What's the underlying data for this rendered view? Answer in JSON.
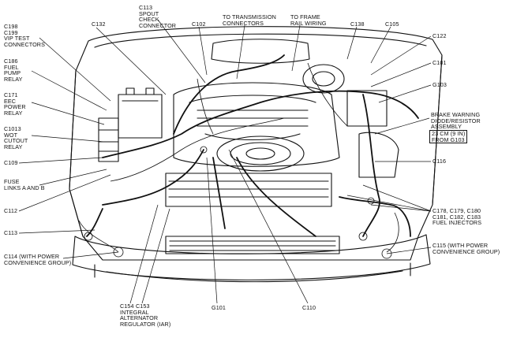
{
  "labels": {
    "c198": [
      "C198",
      "C199",
      "VIP TEST",
      "CONNECTORS"
    ],
    "c132": [
      "C132"
    ],
    "c113_spout": [
      "C113",
      "SPOUT",
      "CHECK",
      "CONNECTOR"
    ],
    "c102": [
      "C102"
    ],
    "to_transmission": [
      "TO TRANSMISSION",
      "CONNECTORS"
    ],
    "to_frame": [
      "TO FRAME",
      "RAIL WIRING"
    ],
    "c138": [
      "C138"
    ],
    "c105": [
      "C105"
    ],
    "c122": [
      "C122"
    ],
    "c186": [
      "C186",
      "FUEL",
      "PUMP",
      "RELAY"
    ],
    "c101": [
      "C101"
    ],
    "g103": [
      "G103"
    ],
    "c171": [
      "C171",
      "EEC",
      "POWER",
      "RELAY"
    ],
    "brake_warning": [
      "BRAKE WARNING",
      "DIODE/RESISTOR",
      "ASSEMBLY"
    ],
    "brake_measure": [
      "23 CM (9 IN)",
      "FROM G103"
    ],
    "c1013": [
      "C1013",
      "WOT",
      "CUTOUT",
      "RELAY"
    ],
    "c109": [
      "C109"
    ],
    "c116": [
      "C116"
    ],
    "fuse_links": [
      "FUSE",
      "LINKS A AND B"
    ],
    "c112": [
      "C112"
    ],
    "c178": [
      "C178, C179, C180",
      "C181, C182, C183",
      "FUEL INJECTORS"
    ],
    "c113": [
      "C113"
    ],
    "c114": [
      "C114 (WITH POWER",
      "CONVENIENCE GROUP)"
    ],
    "c115": [
      "C115 (WITH POWER",
      "CONVENIENCE GROUP)"
    ],
    "c154": [
      "C154",
      "INTEGRAL",
      "ALTERNATOR",
      "REGULATOR (IAR)"
    ],
    "c153": [
      "C153"
    ],
    "g101": [
      "G101"
    ],
    "c110": [
      "C110"
    ]
  }
}
